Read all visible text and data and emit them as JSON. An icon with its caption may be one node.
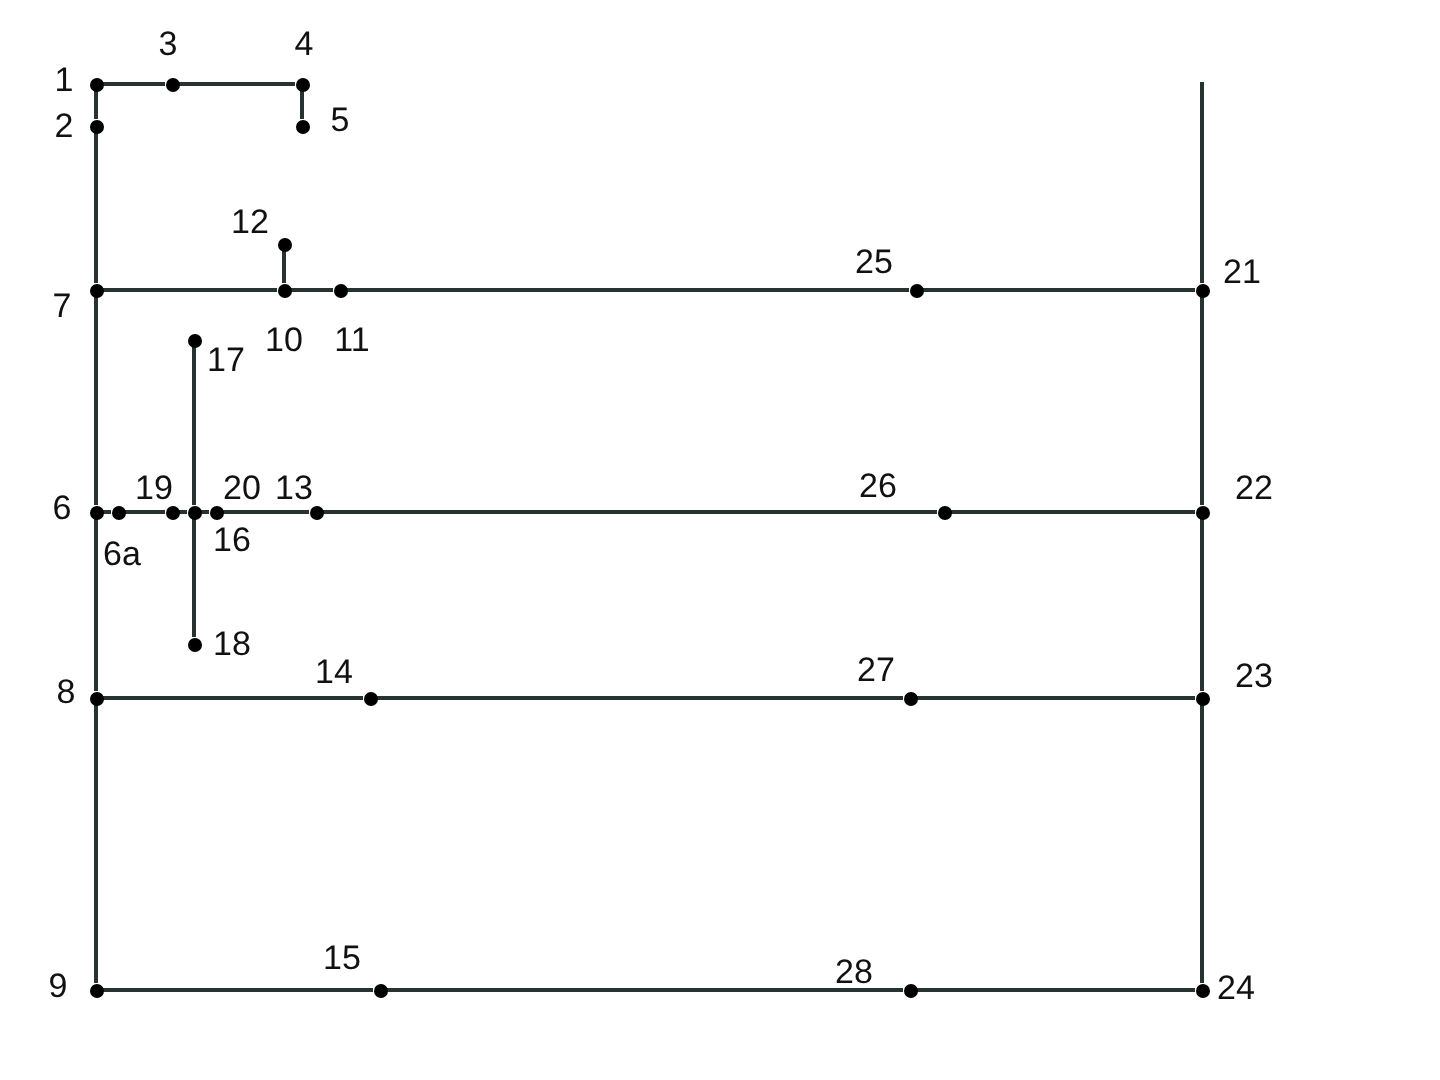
{
  "diagram": {
    "nodes": [
      {
        "text": [],
        "shape": "circle",
        "beside": [
          "1"
        ]
      },
      {
        "text": [],
        "shape": "circle",
        "beside": [
          "2"
        ]
      },
      {
        "text": [],
        "shape": "circle",
        "beside": [
          "3"
        ]
      },
      {
        "text": [],
        "shape": "circle",
        "beside": [
          "4"
        ]
      },
      {
        "text": [],
        "shape": "circle",
        "beside": [
          "5"
        ]
      },
      {
        "text": [],
        "shape": "circle",
        "beside": [
          "6"
        ]
      },
      {
        "text": [],
        "shape": "circle",
        "beside": [
          "6a"
        ]
      },
      {
        "text": [],
        "shape": "circle",
        "beside": [
          "7"
        ]
      },
      {
        "text": [],
        "shape": "circle",
        "beside": [
          "8"
        ]
      },
      {
        "text": [],
        "shape": "circle",
        "beside": [
          "9"
        ]
      },
      {
        "text": [],
        "shape": "circle",
        "beside": [
          "10"
        ]
      },
      {
        "text": [],
        "shape": "circle",
        "beside": [
          "11"
        ]
      },
      {
        "text": [],
        "shape": "circle",
        "beside": [
          "12"
        ]
      },
      {
        "text": [],
        "shape": "circle",
        "beside": [
          "13"
        ]
      },
      {
        "text": [],
        "shape": "circle",
        "beside": [
          "14"
        ]
      },
      {
        "text": [],
        "shape": "circle",
        "beside": [
          "15"
        ]
      },
      {
        "text": [],
        "shape": "circle",
        "beside": [
          "16"
        ]
      },
      {
        "text": [],
        "shape": "circle",
        "beside": [
          "17"
        ]
      },
      {
        "text": [],
        "shape": "circle",
        "beside": [
          "18"
        ]
      },
      {
        "text": [],
        "shape": "circle",
        "beside": [
          "19"
        ]
      },
      {
        "text": [],
        "shape": "circle",
        "beside": [
          "20"
        ]
      },
      {
        "text": [],
        "shape": "circle",
        "beside": [
          "21"
        ]
      },
      {
        "text": [],
        "shape": "circle",
        "beside": [
          "22"
        ]
      },
      {
        "text": [],
        "shape": "circle",
        "beside": [
          "23"
        ]
      },
      {
        "text": [],
        "shape": "circle",
        "beside": [
          "24"
        ]
      },
      {
        "text": [],
        "shape": "circle",
        "beside": [
          "25"
        ]
      },
      {
        "text": [],
        "shape": "circle",
        "beside": [
          "26"
        ]
      },
      {
        "text": [],
        "shape": "circle",
        "beside": [
          "27"
        ]
      },
      {
        "text": [],
        "shape": "circle",
        "beside": [
          "28"
        ]
      }
    ],
    "edges": [
      {
        "from": 0,
        "to": 2,
        "arrow": "none"
      },
      {
        "from": 2,
        "to": 3,
        "arrow": "none"
      },
      {
        "from": 3,
        "to": 4,
        "arrow": "none"
      },
      {
        "from": 0,
        "to": 1,
        "arrow": "none"
      },
      {
        "from": 1,
        "to": 7,
        "arrow": "none"
      },
      {
        "from": 7,
        "to": 5,
        "arrow": "none"
      },
      {
        "from": 5,
        "to": 8,
        "arrow": "none"
      },
      {
        "from": 8,
        "to": 9,
        "arrow": "none"
      },
      {
        "from": 7,
        "to": 10,
        "arrow": "none"
      },
      {
        "from": 10,
        "to": 11,
        "arrow": "none"
      },
      {
        "from": 11,
        "to": 25,
        "arrow": "none"
      },
      {
        "from": 25,
        "to": 21,
        "arrow": "none"
      },
      {
        "from": 10,
        "to": 12,
        "arrow": "none"
      },
      {
        "from": 5,
        "to": 6,
        "arrow": "none"
      },
      {
        "from": 6,
        "to": 19,
        "arrow": "none"
      },
      {
        "from": 19,
        "to": 16,
        "arrow": "none"
      },
      {
        "from": 16,
        "to": 20,
        "arrow": "none"
      },
      {
        "from": 20,
        "to": 13,
        "arrow": "none"
      },
      {
        "from": 13,
        "to": 26,
        "arrow": "none"
      },
      {
        "from": 26,
        "to": 22,
        "arrow": "none"
      },
      {
        "from": 17,
        "to": 16,
        "arrow": "none"
      },
      {
        "from": 16,
        "to": 18,
        "arrow": "none"
      },
      {
        "from": 8,
        "to": 14,
        "arrow": "none"
      },
      {
        "from": 14,
        "to": 27,
        "arrow": "none"
      },
      {
        "from": 27,
        "to": 23,
        "arrow": "none"
      },
      {
        "from": 9,
        "to": 15,
        "arrow": "none"
      },
      {
        "from": 15,
        "to": 28,
        "arrow": "none"
      },
      {
        "from": 28,
        "to": 24,
        "arrow": "none"
      },
      {
        "from": null,
        "to": 21,
        "arrow": "none"
      },
      {
        "from": 21,
        "to": 22,
        "arrow": "none"
      },
      {
        "from": 22,
        "to": 23,
        "arrow": "none"
      },
      {
        "from": 23,
        "to": 24,
        "arrow": "none"
      }
    ]
  }
}
